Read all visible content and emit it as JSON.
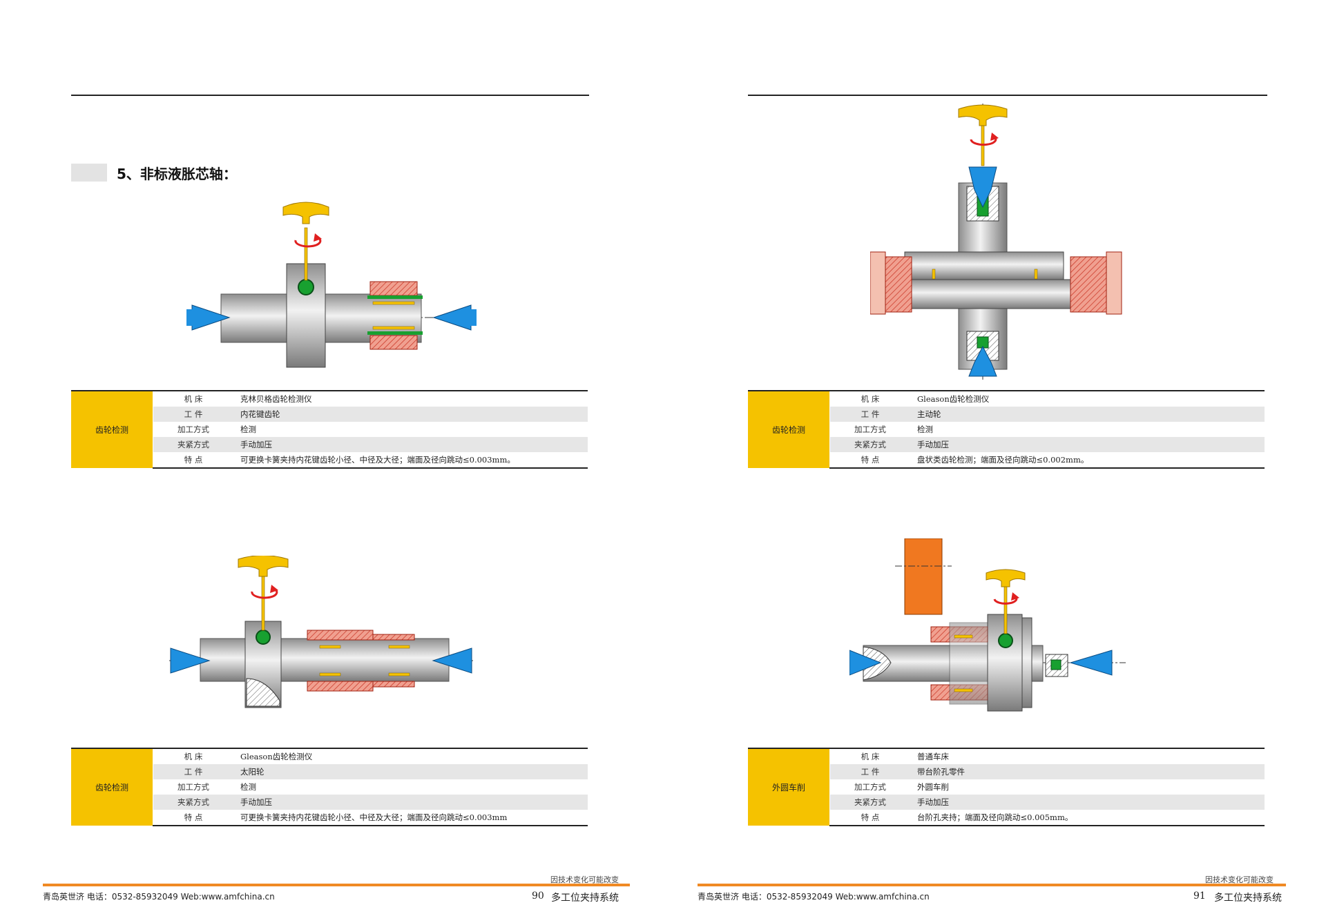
{
  "left_page": {
    "section_title": "5、非标液胀芯轴：",
    "block1": {
      "category": "齿轮检测",
      "rows": [
        {
          "label": "机    床",
          "value": "克林贝格齿轮检测仪"
        },
        {
          "label": "工    件",
          "value": "内花键齿轮"
        },
        {
          "label": "加工方式",
          "value": "检测"
        },
        {
          "label": "夹紧方式",
          "value": "手动加压"
        },
        {
          "label": "特    点",
          "value": "可更换卡簧夹持内花键齿轮小径、中径及大径；端面及径向跳动≤0.003mm。"
        }
      ]
    },
    "block2": {
      "category": "齿轮检测",
      "rows": [
        {
          "label": "机    床",
          "value": "Gleason齿轮检测仪"
        },
        {
          "label": "工    件",
          "value": "太阳轮"
        },
        {
          "label": "加工方式",
          "value": "检测"
        },
        {
          "label": "夹紧方式",
          "value": "手动加压"
        },
        {
          "label": "特    点",
          "value": "可更换卡簧夹持内花键齿轮小径、中径及大径；端面及径向跳动≤0.003mm"
        }
      ]
    },
    "footer": {
      "note": "因技术变化可能改变",
      "contact": "青岛英世济 电话：0532-85932049   Web:www.amfchina.cn",
      "page_number": "90",
      "catalog_title": "多工位夹持系统"
    }
  },
  "right_page": {
    "block1": {
      "category": "齿轮检测",
      "rows": [
        {
          "label": "机    床",
          "value": "Gleason齿轮检测仪"
        },
        {
          "label": "工    件",
          "value": "主动轮"
        },
        {
          "label": "加工方式",
          "value": "检测"
        },
        {
          "label": "夹紧方式",
          "value": "手动加压"
        },
        {
          "label": "特    点",
          "value": "盘状类齿轮检测；端面及径向跳动≤0.002mm。"
        }
      ]
    },
    "block2": {
      "category": "外圆车削",
      "rows": [
        {
          "label": "机    床",
          "value": "普通车床"
        },
        {
          "label": "工    件",
          "value": "带台阶孔零件"
        },
        {
          "label": "加工方式",
          "value": "外圆车削"
        },
        {
          "label": "夹紧方式",
          "value": "手动加压"
        },
        {
          "label": "特    点",
          "value": "台阶孔夹持；端面及径向跳动≤0.005mm。"
        }
      ]
    },
    "footer": {
      "note": "因技术变化可能改变",
      "contact": "青岛英世济 电话：0532-85932049   Web:www.amfchina.cn",
      "page_number": "91",
      "catalog_title": "多工位夹持系统"
    }
  },
  "colors": {
    "category_fill": "#f5c200",
    "handle": "#f5c200",
    "rotation_arrow": "#e02020",
    "centers": "#1e90e0",
    "steel": "#c8c8c8",
    "hatch_red": "#e05040",
    "green": "#18a030",
    "cutting_tool": "#f07820",
    "footer_rule": "#f08a24"
  }
}
